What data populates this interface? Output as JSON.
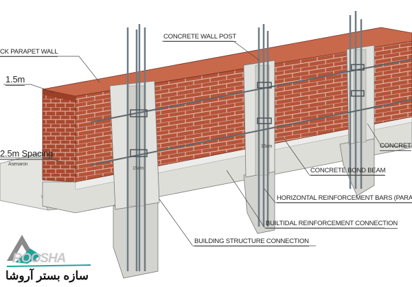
{
  "labels": {
    "parapet_wall": "CK PARAPET WALL",
    "wall_post": "CONCRETE WALL POST",
    "height": "1.5m",
    "spacing": "2.5m Spacing",
    "spacing_sub": "Asenaron",
    "concrete_right": "CONCRET",
    "bond_beam": "CONCRETE BOND BEAM",
    "horizontal_bars": "HORIZONTAL REINFORCEMENT BARS (PARAPET)",
    "reinforcement_connection": "BUILTIDAL REINFORCEMENT CONNECTION",
    "structure_connection": "BUILDING STRUCTURE CONNECTION",
    "post_dim_1": "15cm",
    "post_dim_2": "15cm"
  },
  "logo": {
    "name": "ROOSHA",
    "persian": "سازه بستر آروشا"
  },
  "colors": {
    "brick": "#b5543a",
    "concrete": "#dcdcd8",
    "logo_teal": "#1aa39a"
  }
}
